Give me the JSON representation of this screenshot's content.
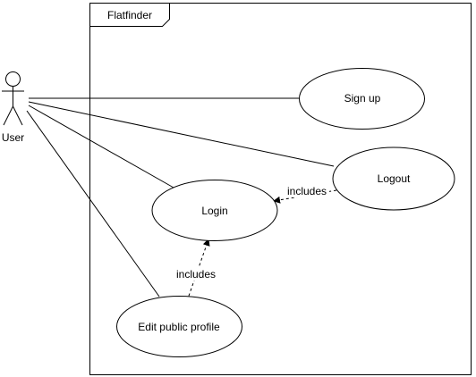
{
  "system": {
    "name": "Flatfinder"
  },
  "actor": {
    "name": "User"
  },
  "use_cases": {
    "signup": "Sign up",
    "logout": "Logout",
    "login": "Login",
    "edit_profile": "Edit public profile"
  },
  "relations": {
    "logout_includes_login": "includes",
    "edit_profile_includes_login": "includes"
  },
  "colors": {
    "stroke": "#000000",
    "fill": "#ffffff"
  }
}
